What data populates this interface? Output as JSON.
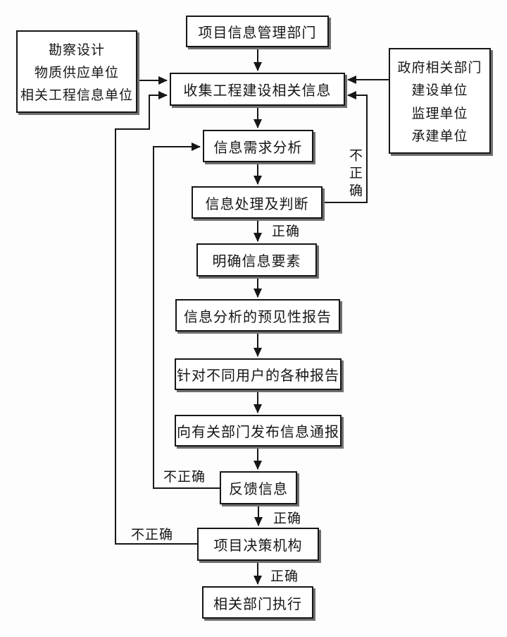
{
  "nodes": {
    "project_info_dept": {
      "label": "项目信息管理部门"
    },
    "collect_info": {
      "label": "收集工程建设相关信息"
    },
    "left_sources": {
      "lines": [
        "勘察设计",
        "物质供应单位",
        "相关工程信息单位"
      ]
    },
    "right_sources": {
      "lines": [
        "政府相关部门",
        "建设单位",
        "监理单位",
        "承建单位"
      ]
    },
    "demand_analysis": {
      "label": "信息需求分析"
    },
    "process_judge": {
      "label": "信息处理及判断"
    },
    "clarify_elements": {
      "label": "明确信息要素"
    },
    "forecast_report": {
      "label": "信息分析的预见性报告"
    },
    "user_reports": {
      "label": "针对不同用户的各种报告"
    },
    "publish_bulletin": {
      "label": "向有关部门发布信息通报"
    },
    "feedback": {
      "label": "反馈信息"
    },
    "decision_body": {
      "label": "项目决策机构"
    },
    "execute": {
      "label": "相关部门执行"
    }
  },
  "edge_labels": {
    "correct_after_process": "正确",
    "correct_after_feedback": "正确",
    "correct_after_decision": "正确",
    "incorrect_process_loop": "不正确",
    "incorrect_feedback_loop": "不正确",
    "incorrect_decision_loop": "不正确"
  },
  "colors": {
    "line": "#161616",
    "box_background": "#ffffff",
    "box_shadow": "#6f6f6f",
    "page_background": "#fdfdfd"
  }
}
